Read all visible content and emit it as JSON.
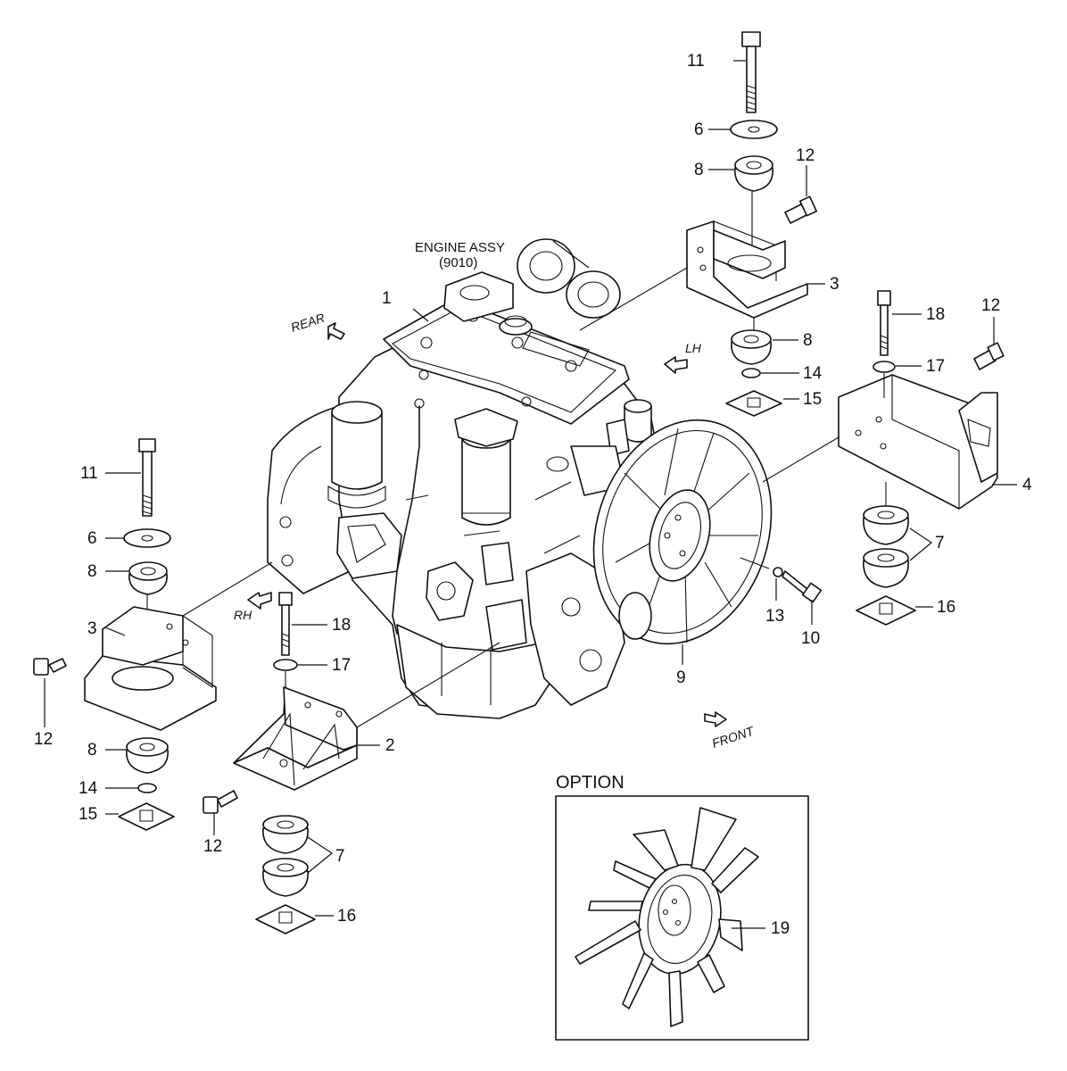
{
  "engine_label": {
    "line1": "ENGINE ASSY",
    "line2": "(9010)"
  },
  "directions": {
    "rear": "REAR",
    "lh": "LH",
    "rh": "RH",
    "front": "FRONT"
  },
  "option": {
    "title": "OPTION",
    "part": "19"
  },
  "callouts": {
    "c1": "1",
    "c2": "2",
    "c3_right": "3",
    "c3_left": "3",
    "c4": "4",
    "c6_top": "6",
    "c6_left": "6",
    "c7_left": "7",
    "c7_right": "7",
    "c8_top": "8",
    "c8_right": "8",
    "c8_left": "8",
    "c8_lowleft": "8",
    "c9": "9",
    "c10": "10",
    "c11_top": "11",
    "c11_left": "11",
    "c12_topright": "12",
    "c12_right": "12",
    "c12_left": "12",
    "c12_bottom": "12",
    "c13": "13",
    "c14_right": "14",
    "c14_left": "14",
    "c15_right": "15",
    "c15_left": "15",
    "c16_right": "16",
    "c16_bottom": "16",
    "c17_right": "17",
    "c17_mid": "17",
    "c18_right": "18",
    "c18_mid": "18"
  },
  "colors": {
    "line": "#111111",
    "background": "#ffffff",
    "shade": "#e9e9e9"
  }
}
